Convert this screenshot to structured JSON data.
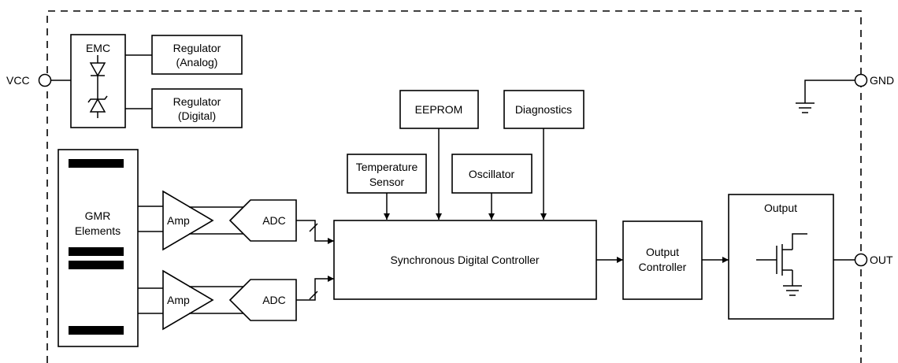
{
  "pins": {
    "vcc": "VCC",
    "gnd": "GND",
    "out": "OUT"
  },
  "blocks": {
    "emc": "EMC",
    "regulator_analog": [
      "Regulator",
      "(Analog)"
    ],
    "regulator_digital": [
      "Regulator",
      "(Digital)"
    ],
    "eeprom": "EEPROM",
    "diagnostics": "Diagnostics",
    "temperature_sensor": [
      "Temperature",
      "Sensor"
    ],
    "oscillator": "Oscillator",
    "gmr_elements": [
      "GMR",
      "Elements"
    ],
    "amp": "Amp",
    "adc": "ADC",
    "controller": "Synchronous Digital Controller",
    "output_controller": [
      "Output",
      "Controller"
    ],
    "output": "Output"
  }
}
